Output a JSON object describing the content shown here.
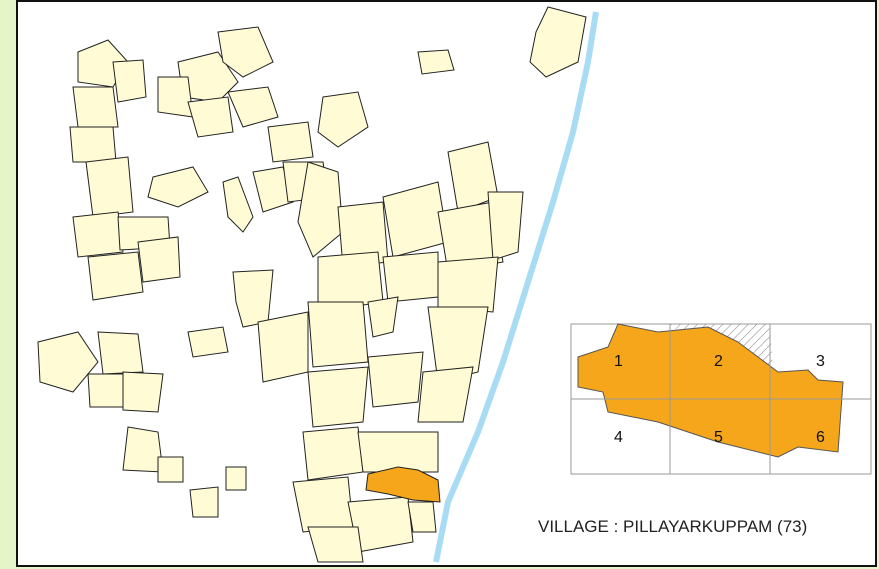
{
  "colors": {
    "village_fill": "#fffbd4",
    "selected_fill": "#f5a61a",
    "coast": "#a8dcf5",
    "outer_bg": "#e6f5c8",
    "grid_line": "#999999"
  },
  "inset": {
    "cells": [
      "1",
      "2",
      "3",
      "4",
      "5",
      "6"
    ]
  },
  "village_label": "VILLAGE : PILLAYARKUPPAM (73)"
}
